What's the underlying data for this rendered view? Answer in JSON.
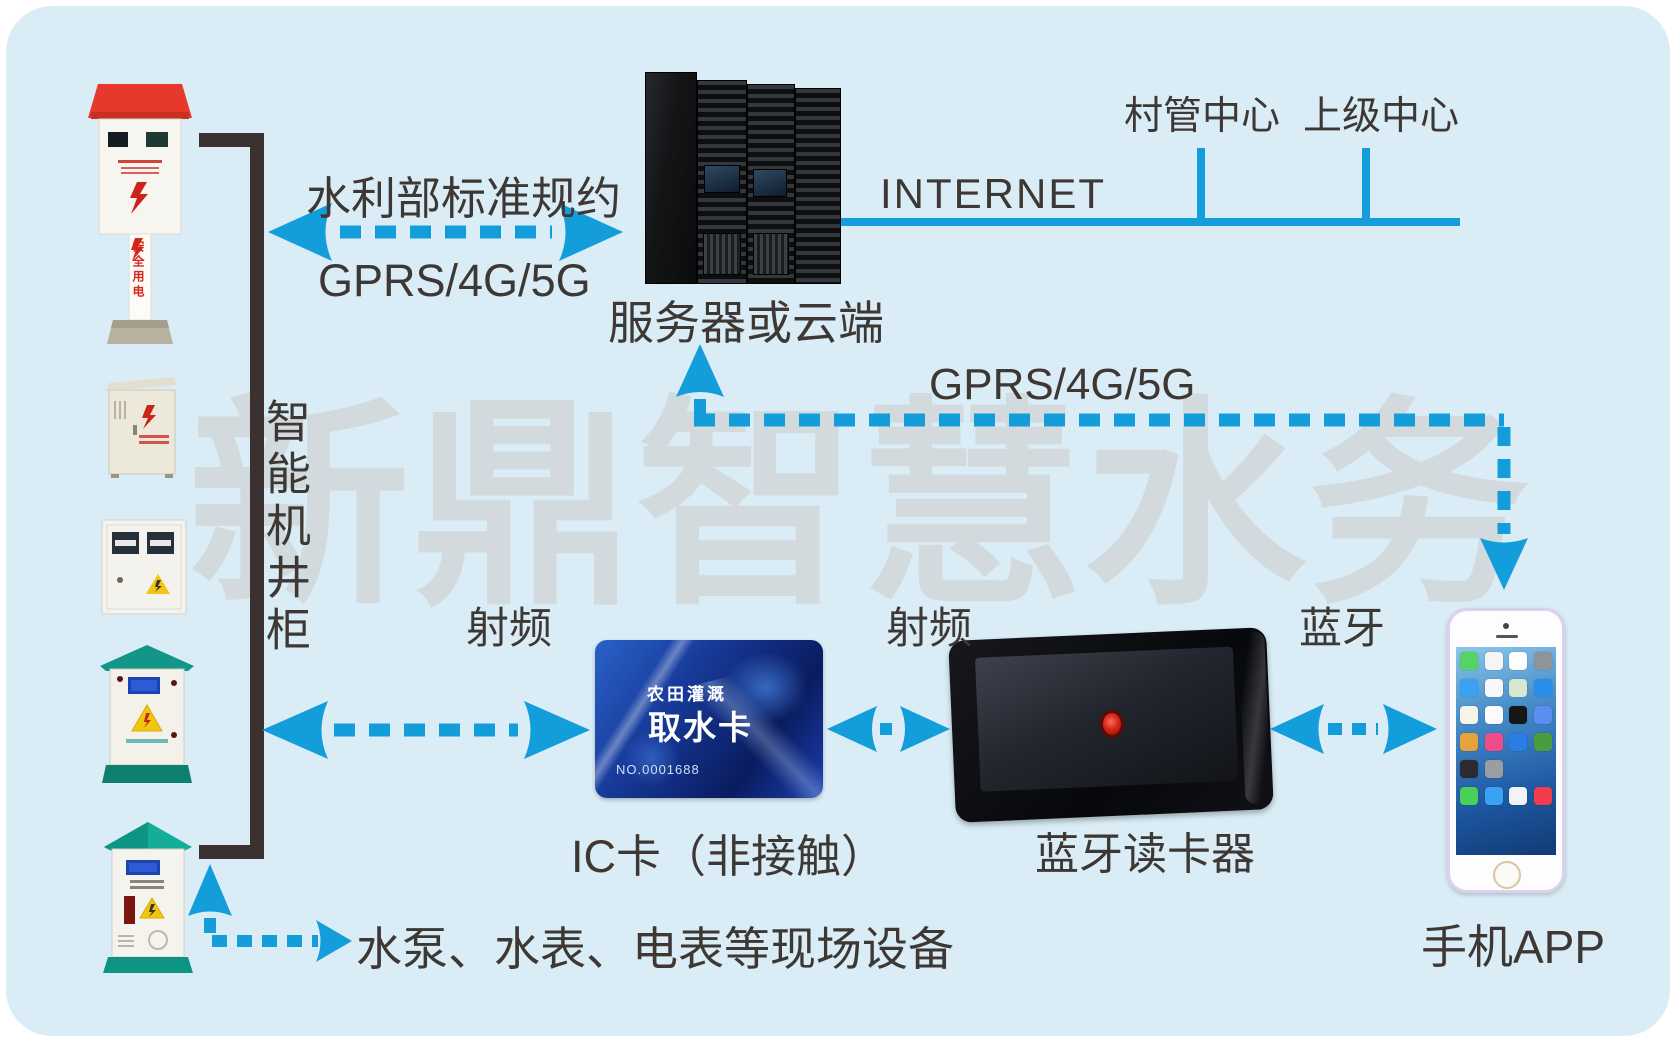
{
  "watermark": "新鼎智慧水务",
  "labels": {
    "protocol": "水利部标准规约",
    "gprs_top": "GPRS/4G/5G",
    "server": "服务器或云端",
    "internet": "INTERNET",
    "village_center": "村管中心",
    "upper_center": "上级中心",
    "gprs_right": "GPRS/4G/5G",
    "rf_left": "射频",
    "rf_right": "射频",
    "bluetooth": "蓝牙",
    "smart_well_cabinet": "智能机井柜",
    "ic_card_caption": "IC卡（非接触）",
    "reader_caption": "蓝牙读卡器",
    "phone_caption": "手机APP",
    "field_devices": "水泵、水表、电表等现场设备",
    "pole_sign": "安全用电"
  },
  "ic_card": {
    "brand": "农田灌溉",
    "title": "取水卡",
    "number": "NO.0001688"
  },
  "phone": {
    "icon_colors": [
      "#55d463",
      "#f5f5f7",
      "#fdfdfd",
      "#8f9499",
      "#3aa0f0",
      "#f8f8fa",
      "#d8e8d0",
      "#2a8fe8",
      "#f7f4e8",
      "#fbfbfd",
      "#17171a",
      "#5a8ef0",
      "#e8a23c",
      "#f24b8c",
      "#2a7de1",
      "#4a9c3e",
      "#2c2c2e",
      "#9a9da2",
      "",
      "",
      "#48d05a",
      "#3aa2f2",
      "#f2f3f5",
      "#f23b4e"
    ]
  },
  "palette": {
    "accent_blue": "#149DDB",
    "connector_black": "#3A3130",
    "text_dark": "#3E3835",
    "panel_bg": "#DAEDF6",
    "watermark_gray": "#D2DADD",
    "card_blue": "#173A9A",
    "reader_black": "#0C0D11",
    "led_red": "#D6281A",
    "roof_red": "#E6392B",
    "cabinet_teal": "#0FA08F"
  }
}
